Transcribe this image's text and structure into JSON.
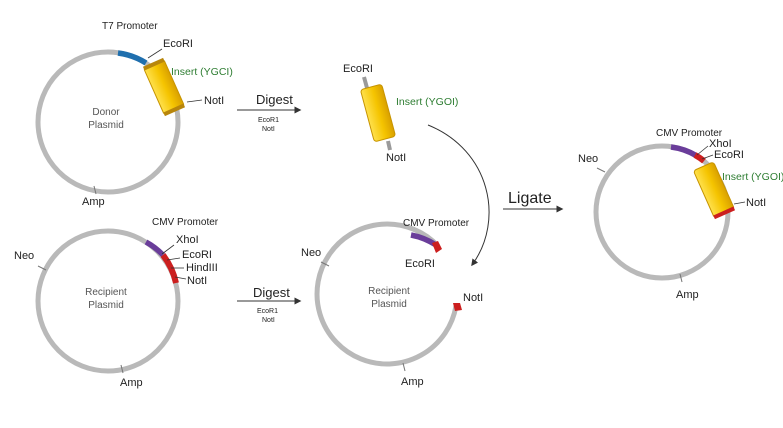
{
  "colors": {
    "backbone": "#b9b9b9",
    "t7": "#1f6fae",
    "cmv": "#6a3d9a",
    "insert": "#f2c200",
    "insert_edge": "#c79400",
    "site_red": "#cc1f1f",
    "stub": "#9a9a9a"
  },
  "donor": {
    "t7_label": "T7 Promoter",
    "ecori_label": "EcoRI",
    "insert_label": "Insert (YGCI)",
    "noti_label": "NotI",
    "center_line1": "Donor",
    "center_line2": "Plasmid",
    "amp_label": "Amp"
  },
  "digest_top": {
    "title": "Digest",
    "enzyme1": "EcoR1",
    "enzyme2": "NotI"
  },
  "fragment": {
    "ecori_label": "EcoRI",
    "insert_label": "Insert (YGOI)",
    "noti_label": "NotI"
  },
  "recipient": {
    "neo_label": "Neo",
    "cmv_label": "CMV Promoter",
    "xhoi_label": "XhoI",
    "ecori_label": "EcoRI",
    "hindiii_label": "HindIII",
    "noti_label": "NotI",
    "center_line1": "Recipient",
    "center_line2": "Plasmid",
    "amp_label": "Amp"
  },
  "digest_bottom": {
    "title": "Digest",
    "enzyme1": "EcoR1",
    "enzyme2": "NotI"
  },
  "cut_recipient": {
    "neo_label": "Neo",
    "cmv_label": "CMV Promoter",
    "ecori_label": "EcoRI",
    "noti_label": "NotI",
    "center_line1": "Recipient",
    "center_line2": "Plasmid",
    "amp_label": "Amp"
  },
  "ligate": {
    "title": "Ligate"
  },
  "product": {
    "neo_label": "Neo",
    "cmv_label": "CMV Promoter",
    "xhoi_label": "XhoI",
    "ecori_label": "EcoRI",
    "insert_label": "Insert (YGOI)",
    "noti_label": "NotI",
    "amp_label": "Amp"
  }
}
